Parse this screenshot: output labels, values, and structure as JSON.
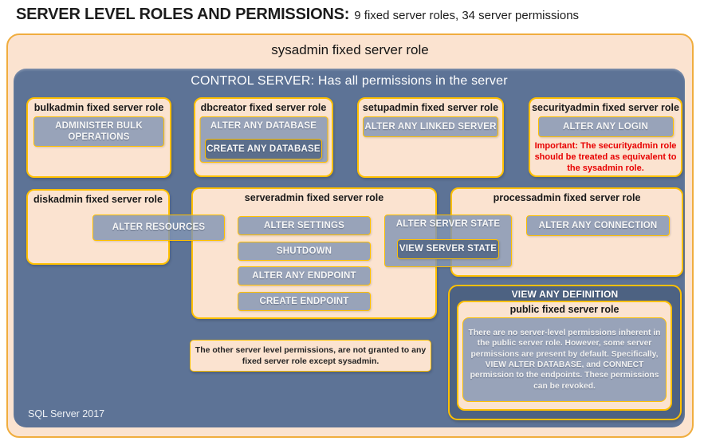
{
  "header": {
    "title": "SERVER LEVEL ROLES AND PERMISSIONS:",
    "subtitle": "9 fixed server roles, 34 server permissions"
  },
  "sysadmin": {
    "label": "sysadmin fixed server role"
  },
  "control_server": {
    "label": "CONTROL SERVER: Has all permissions in the server"
  },
  "roles": {
    "bulkadmin": {
      "title": "bulkadmin fixed server role",
      "permission": "ADMINISTER BULK OPERATIONS"
    },
    "dbcreator": {
      "title": "dbcreator fixed server role",
      "permission": "ALTER ANY DATABASE",
      "nested_permission": "CREATE ANY DATABASE"
    },
    "setupadmin": {
      "title": "setupadmin fixed server role",
      "permission": "ALTER ANY LINKED SERVER"
    },
    "securityadmin": {
      "title": "securityadmin fixed server role",
      "permission": "ALTER ANY LOGIN",
      "warning": "Important: The securityadmin role should be treated as equivalent to the sysadmin role."
    },
    "diskadmin": {
      "title": "diskadmin fixed server role",
      "permission": "ALTER RESOURCES"
    },
    "serveradmin": {
      "title": "serveradmin fixed server role",
      "permissions": [
        "ALTER SETTINGS",
        "SHUTDOWN",
        "ALTER ANY ENDPOINT",
        "CREATE ENDPOINT"
      ],
      "state_permission": "ALTER SERVER STATE",
      "nested_state_permission": "VIEW SERVER STATE"
    },
    "processadmin": {
      "title": "processadmin fixed server role",
      "permission": "ALTER ANY CONNECTION"
    },
    "public": {
      "container_permission": "VIEW ANY DEFINITION",
      "title": "public fixed server role",
      "description": "There are no server-level permissions inherent in the public server role. However, some server permissions are present by default. Specifically, VIEW ALTER DATABASE, and CONNECT permission to the endpoints. These permissions can be revoked."
    }
  },
  "note": {
    "text": "The other server level permissions, are not granted to any fixed server role except sysadmin."
  },
  "footer": {
    "label": "SQL Server 2017"
  },
  "colors": {
    "peach": "#fbe3d0",
    "gold": "#ffc000",
    "outer_border": "#f0ad3e",
    "slate": "#5d7396",
    "dark_slate": "#4d6282",
    "nested_slate": "#5b6e8c",
    "permission_fill": "rgba(129,149,179,0.82)",
    "warning_red": "#e80000"
  }
}
